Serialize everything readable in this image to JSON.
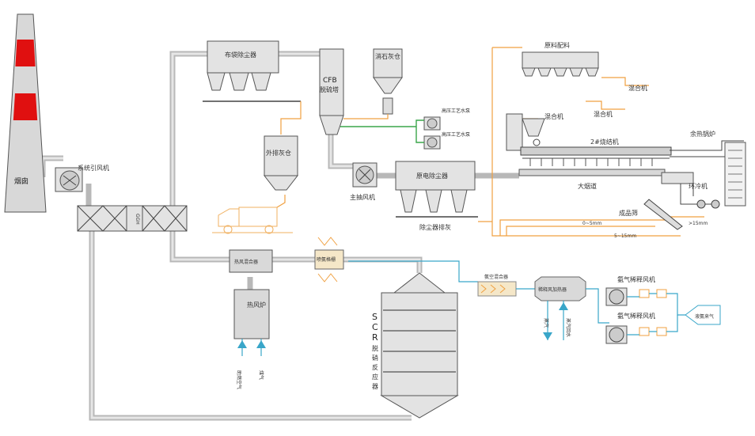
{
  "labels": {
    "chimney": "烟囱",
    "system_fan": "系统引风机",
    "ggh": "GGH",
    "bag_filter": "布袋除尘器",
    "cfb_line1": "CFB",
    "cfb_line2": "脱硫塔",
    "ext_ash_bin": "外排灰仓",
    "lime_bin": "消石灰仓",
    "hp_pump1": "高压工艺水泵",
    "hp_pump2": "高压工艺水泵",
    "main_fan": "主抽风机",
    "esp": "原电除尘器",
    "esp_ash": "除尘器排灰",
    "raw_mix": "原料配料",
    "mixer1": "混合机",
    "mixer2": "混合机",
    "mixer3": "混合机",
    "sinter2": "2#烧结机",
    "big_flue": "大烟道",
    "waste_heat": "余热锅炉",
    "ring_cooler": "环冷机",
    "product_screen": "成品筛",
    "size_0_5": "0~5mm",
    "size_5_15": "5~15mm",
    "size_gt15": ">15mm",
    "hot_mixer": "热风混合器",
    "ammonia_grid": "喷氨格栅",
    "hot_furnace": "热风炉",
    "furnace_air": "助燃空气",
    "gas": "煤气",
    "ammonia_mixer": "氨空混合器",
    "dilution_heater": "稀释风加热器",
    "steam_in": "蒸汽",
    "steam_out": "蒸汽回水",
    "amm_fan1": "氨气稀释风机",
    "amm_fan2": "氨气稀释风机",
    "ammonia_supply": "液氨来气",
    "scr": [
      "S",
      "C",
      "R",
      "脱",
      "硝",
      "反",
      "应",
      "器"
    ]
  },
  "colors": {
    "chimney_red": "#e01010",
    "duct_gray": "#b8b8b8",
    "orange_line": "#f0a040",
    "cyan_line": "#39a6c9",
    "green_line": "#3aa64a"
  }
}
